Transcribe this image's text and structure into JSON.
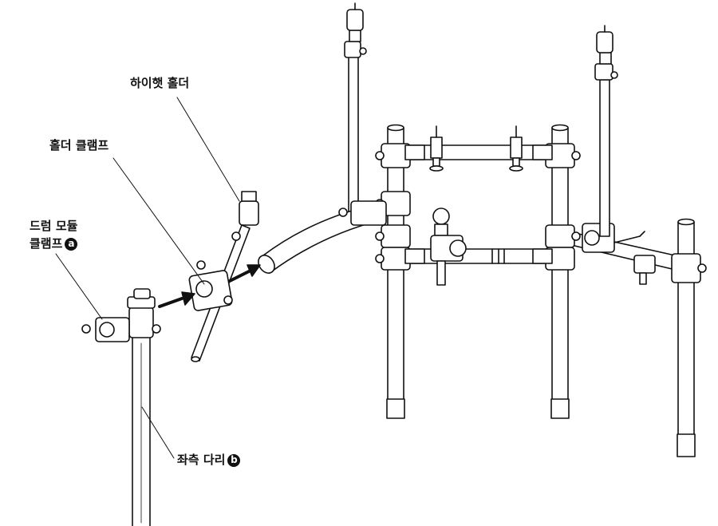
{
  "labels": {
    "hihat_holder": "하이햇 홀더",
    "holder_clamp": "홀더 클램프",
    "drum_module_clamp_line1": "드럼 모듈",
    "drum_module_clamp_line2": "클램프",
    "drum_module_clamp_badge": "a",
    "left_leg": "좌측 다리",
    "left_leg_badge": "b"
  },
  "colors": {
    "line": "#111111",
    "background": "#ffffff",
    "badge": "#111111"
  }
}
